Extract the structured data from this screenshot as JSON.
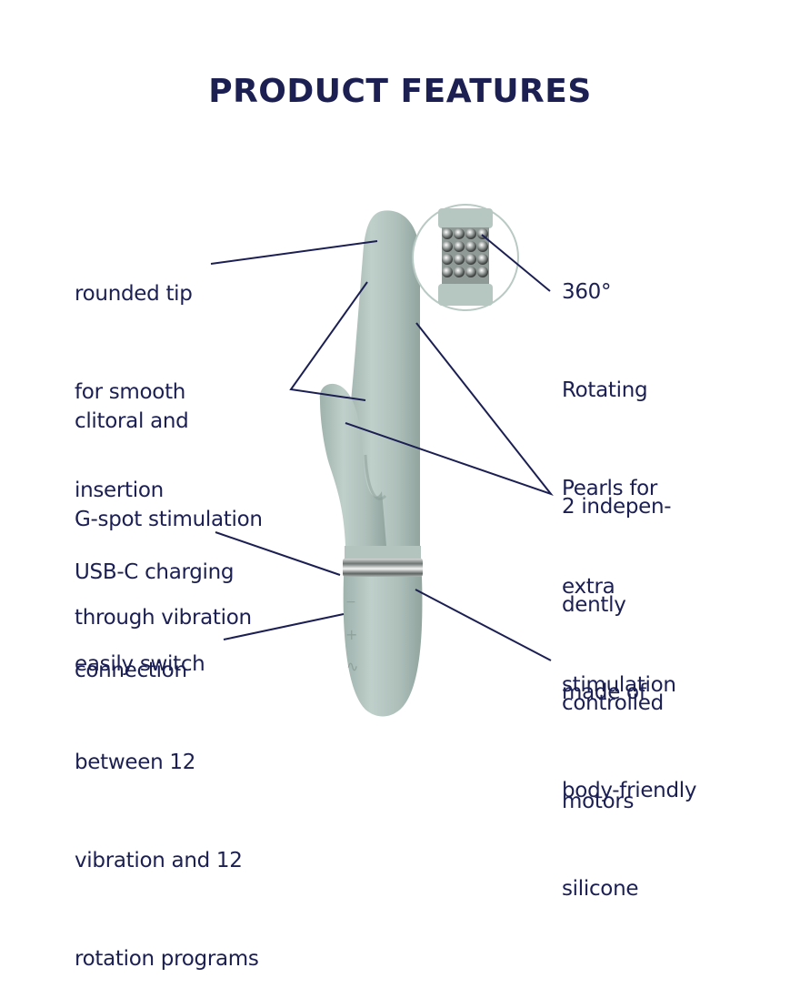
{
  "page": {
    "title": "PRODUCT FEATURES",
    "accent_color": "#1b1f52",
    "product_color": "#b4c6c0"
  },
  "features_left": [
    {
      "id": "rounded-tip",
      "lines": [
        "rounded tip",
        "for smooth",
        "insertion"
      ]
    },
    {
      "id": "clitoral-gspot",
      "lines": [
        "clitoral and",
        "G-spot stimulation",
        "through vibration"
      ]
    },
    {
      "id": "usb-c",
      "lines": [
        "USB-C charging",
        "connection"
      ]
    },
    {
      "id": "programs",
      "lines": [
        "easily switch",
        "between 12",
        "vibration and 12",
        "rotation programs"
      ]
    }
  ],
  "features_right": [
    {
      "id": "rotating-pearls",
      "lines": [
        "360°",
        "Rotating",
        "Pearls for",
        "extra",
        "stimulation"
      ]
    },
    {
      "id": "motors",
      "lines": [
        "2 indepen-",
        "dently",
        "controlled",
        "motors"
      ]
    },
    {
      "id": "silicone",
      "lines": [
        "made of",
        "body-friendly",
        "silicone"
      ]
    }
  ],
  "controls": {
    "minus_icon": "−",
    "plus_icon": "+",
    "mode_icon": "∿"
  }
}
